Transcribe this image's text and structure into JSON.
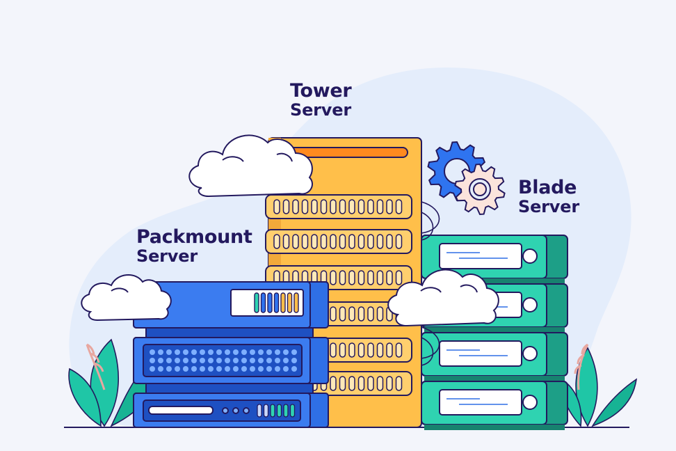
{
  "labels": {
    "tower": {
      "line1": "Tower",
      "line2": "Server"
    },
    "blade": {
      "line1": "Blade",
      "line2": "Server"
    },
    "packmount": {
      "line1": "Packmount",
      "line2": "Server"
    }
  },
  "icons": [
    "cloud-icon",
    "gear-icon",
    "leaf-icon"
  ],
  "colors": {
    "background": "#f3f5fb",
    "blob": "#e4edfb",
    "outline": "#23195e",
    "tower": "#ffbf4a",
    "tower_accent": "#ff8a1f",
    "blade": "#2fd3b1",
    "blade_dark": "#1d9f87",
    "packmount": "#2f6fe6",
    "packmount_dark": "#1e50c2",
    "gear_blue": "#2f74f0",
    "gear_pink": "#fbe4dc",
    "leaf": "#1fc6a6"
  }
}
